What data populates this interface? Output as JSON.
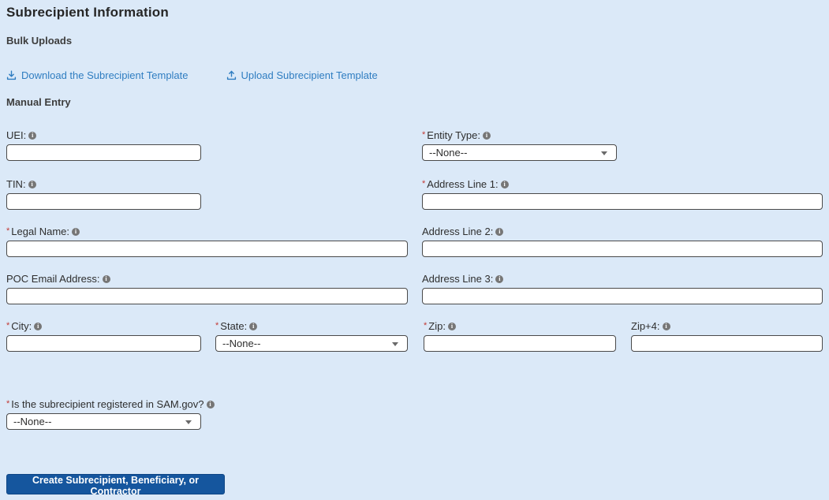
{
  "header": {
    "title": "Subrecipient Information"
  },
  "sections": {
    "bulk_uploads": "Bulk Uploads",
    "manual_entry": "Manual Entry"
  },
  "links": {
    "download_label": "Download the Subrecipient Template",
    "upload_label": "Upload Subrecipient Template"
  },
  "required_marker": "*",
  "fields": {
    "uei": {
      "label": "UEI:",
      "required": false,
      "value": ""
    },
    "entity_type": {
      "label": "Entity Type:",
      "required": true,
      "value": "--None--"
    },
    "tin": {
      "label": "TIN:",
      "required": false,
      "value": ""
    },
    "address1": {
      "label": "Address Line 1:",
      "required": true,
      "value": ""
    },
    "legal_name": {
      "label": "Legal Name:",
      "required": true,
      "value": ""
    },
    "address2": {
      "label": "Address Line 2:",
      "required": false,
      "value": ""
    },
    "poc_email": {
      "label": "POC Email Address:",
      "required": false,
      "value": ""
    },
    "address3": {
      "label": "Address Line 3:",
      "required": false,
      "value": ""
    },
    "city": {
      "label": "City:",
      "required": true,
      "value": ""
    },
    "state": {
      "label": "State:",
      "required": true,
      "value": "--None--"
    },
    "zip": {
      "label": "Zip:",
      "required": true,
      "value": ""
    },
    "zip4": {
      "label": "Zip+4:",
      "required": false,
      "value": ""
    },
    "sam_registered": {
      "label": "Is the subrecipient registered in SAM.gov?",
      "required": true,
      "value": "--None--"
    }
  },
  "actions": {
    "create_button": "Create Subrecipient, Beneficiary, or Contractor"
  },
  "colors": {
    "background": "#dbe9f8",
    "link_blue": "#2f7dc1",
    "required_red": "#c23934",
    "button_blue": "#15569e",
    "input_border": "#4a4a4a"
  }
}
